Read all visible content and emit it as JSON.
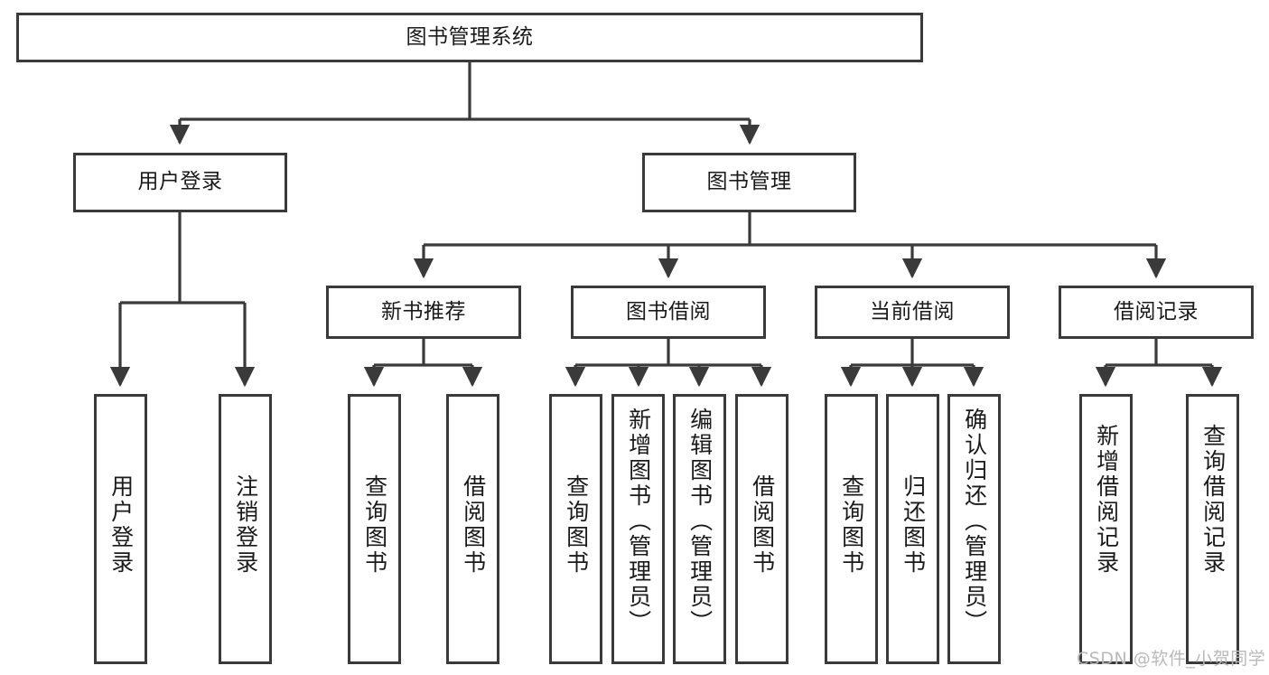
{
  "diagram": {
    "title": "图书管理系统",
    "type": "tree",
    "root": {
      "id": "root",
      "label": "图书管理系统"
    },
    "level2": [
      {
        "id": "user-login",
        "label": "用户登录"
      },
      {
        "id": "book-manage",
        "label": "图书管理"
      }
    ],
    "level3": [
      {
        "id": "new-book-recommend",
        "label": "新书推荐",
        "parent": "book-manage"
      },
      {
        "id": "book-borrow",
        "label": "图书借阅",
        "parent": "book-manage"
      },
      {
        "id": "current-borrow",
        "label": "当前借阅",
        "parent": "book-manage"
      },
      {
        "id": "borrow-record",
        "label": "借阅记录",
        "parent": "book-manage"
      }
    ],
    "leaves": [
      {
        "id": "leaf-user-login",
        "label": "用户登录",
        "parent": "user-login"
      },
      {
        "id": "leaf-logout-login",
        "label": "注销登录",
        "parent": "user-login"
      },
      {
        "id": "leaf-query-book-1",
        "label": "查询图书",
        "parent": "new-book-recommend"
      },
      {
        "id": "leaf-borrow-book-1",
        "label": "借阅图书",
        "parent": "new-book-recommend"
      },
      {
        "id": "leaf-query-book-2",
        "label": "查询图书",
        "parent": "book-borrow"
      },
      {
        "id": "leaf-add-book",
        "label": "新增图书（管理员）",
        "parent": "book-borrow"
      },
      {
        "id": "leaf-edit-book",
        "label": "编辑图书（管理员）",
        "parent": "book-borrow"
      },
      {
        "id": "leaf-borrow-book-2",
        "label": "借阅图书",
        "parent": "book-borrow"
      },
      {
        "id": "leaf-query-book-3",
        "label": "查询图书",
        "parent": "current-borrow"
      },
      {
        "id": "leaf-return-book",
        "label": "归还图书",
        "parent": "current-borrow"
      },
      {
        "id": "leaf-confirm-return",
        "label": "确认归还（管理员）",
        "parent": "current-borrow"
      },
      {
        "id": "leaf-add-record",
        "label": "新增借阅记录",
        "parent": "borrow-record"
      },
      {
        "id": "leaf-query-record",
        "label": "查询借阅记录",
        "parent": "borrow-record"
      }
    ],
    "colors": {
      "stroke": "#3a3a3a",
      "background": "#ffffff",
      "text": "#1a1a1a",
      "watermark": "#b9b9b9"
    }
  },
  "watermark": {
    "text": "CSDN @软件_小贺同学"
  }
}
